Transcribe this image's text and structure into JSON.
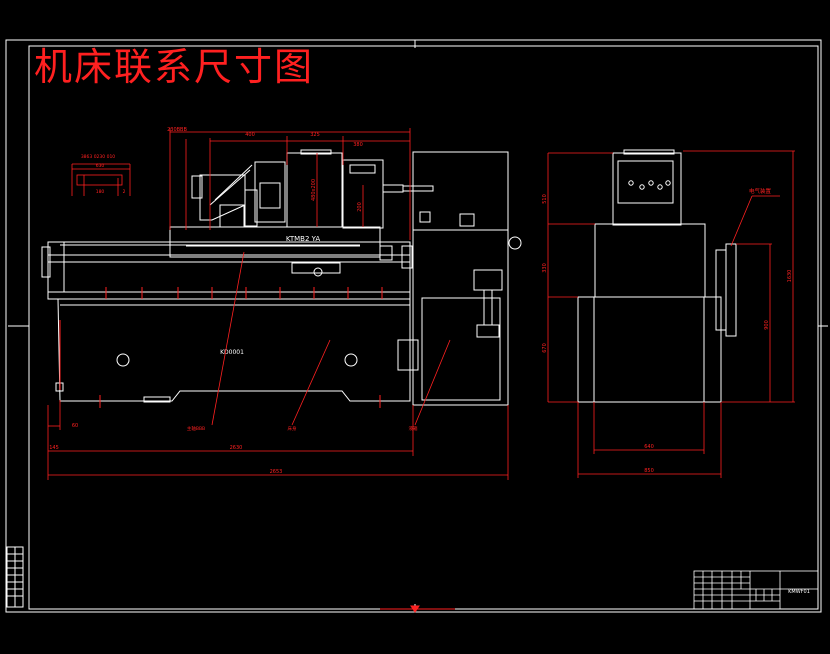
{
  "title": "机床联系尺寸图",
  "colors": {
    "background": "#000000",
    "lines": "#ffffff",
    "dimensions": "#ff2020",
    "title": "#ff2020"
  },
  "machine_labels": {
    "model_plate": "KTMB2 YA",
    "body_label": "KD0001"
  },
  "front_dimensions": {
    "top_small": "230BBB",
    "top_left": "400",
    "top_mid": "325",
    "top_right": "380",
    "vert_a": "480x200",
    "vert_b": "200",
    "inset_title": "3863 0230 010",
    "inset_sub": "630",
    "inset_a": "180",
    "inset_b": "2",
    "bottom_small": "60",
    "bottom_left": "145",
    "overall_inner": "2630",
    "overall_total": "2653"
  },
  "side_dimensions": {
    "v_top": "510",
    "v_mid": "330",
    "v_bot": "670",
    "v_total": "1630",
    "v_right": "900",
    "h_inner": "640",
    "h_outer": "850",
    "callout_label": "电气装置"
  },
  "callouts": {
    "a": "主轴BBB",
    "b": "床身",
    "c": "液箱"
  },
  "title_block": {
    "drawing_code": "KMWF01"
  }
}
